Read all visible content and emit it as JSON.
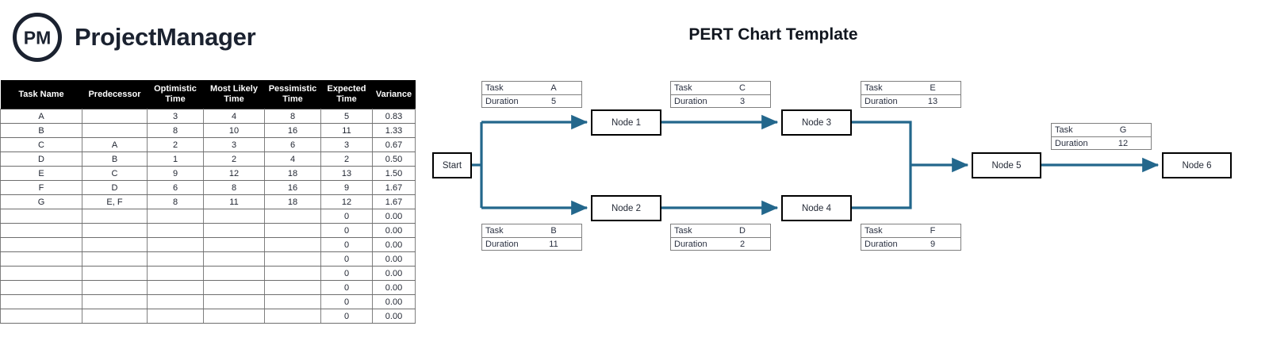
{
  "brand": {
    "logo_icon": "pm-circle-logo-icon",
    "logo_text": "PM",
    "name": "ProjectManager"
  },
  "header": {
    "title": "PERT Chart Template"
  },
  "table": {
    "columns": [
      "Task Name",
      "Predecessor",
      "Optimistic Time",
      "Most Likely Time",
      "Pessimistic Time",
      "Expected Time",
      "Variance"
    ],
    "columns_wrapped": [
      [
        "Task Name"
      ],
      [
        "Predecessor"
      ],
      [
        "Optimistic",
        "Time"
      ],
      [
        "Most Likely",
        "Time"
      ],
      [
        "Pessimistic",
        "Time"
      ],
      [
        "Expected",
        "Time"
      ],
      [
        "Variance"
      ]
    ],
    "rows": [
      [
        "A",
        "",
        "3",
        "4",
        "8",
        "5",
        "0.83"
      ],
      [
        "B",
        "",
        "8",
        "10",
        "16",
        "11",
        "1.33"
      ],
      [
        "C",
        "A",
        "2",
        "3",
        "6",
        "3",
        "0.67"
      ],
      [
        "D",
        "B",
        "1",
        "2",
        "4",
        "2",
        "0.50"
      ],
      [
        "E",
        "C",
        "9",
        "12",
        "18",
        "13",
        "1.50"
      ],
      [
        "F",
        "D",
        "6",
        "8",
        "16",
        "9",
        "1.67"
      ],
      [
        "G",
        "E, F",
        "8",
        "11",
        "18",
        "12",
        "1.67"
      ],
      [
        "",
        "",
        "",
        "",
        "",
        "0",
        "0.00"
      ],
      [
        "",
        "",
        "",
        "",
        "",
        "0",
        "0.00"
      ],
      [
        "",
        "",
        "",
        "",
        "",
        "0",
        "0.00"
      ],
      [
        "",
        "",
        "",
        "",
        "",
        "0",
        "0.00"
      ],
      [
        "",
        "",
        "",
        "",
        "",
        "0",
        "0.00"
      ],
      [
        "",
        "",
        "",
        "",
        "",
        "0",
        "0.00"
      ],
      [
        "",
        "",
        "",
        "",
        "",
        "0",
        "0.00"
      ],
      [
        "",
        "",
        "",
        "",
        "",
        "0",
        "0.00"
      ]
    ]
  },
  "diagram": {
    "arrow_color": "#23678c",
    "node_border_color": "#000000",
    "info_border_color": "#7f7f7f",
    "info_labels": {
      "task": "Task",
      "duration": "Duration"
    },
    "nodes": [
      {
        "id": "start",
        "label": "Start"
      },
      {
        "id": "node1",
        "label": "Node 1"
      },
      {
        "id": "node2",
        "label": "Node 2"
      },
      {
        "id": "node3",
        "label": "Node 3"
      },
      {
        "id": "node4",
        "label": "Node 4"
      },
      {
        "id": "node5",
        "label": "Node 5"
      },
      {
        "id": "node6",
        "label": "Node 6"
      }
    ],
    "task_boxes": [
      {
        "id": "task-a",
        "task": "A",
        "duration": "5"
      },
      {
        "id": "task-b",
        "task": "B",
        "duration": "11"
      },
      {
        "id": "task-c",
        "task": "C",
        "duration": "3"
      },
      {
        "id": "task-d",
        "task": "D",
        "duration": "2"
      },
      {
        "id": "task-e",
        "task": "E",
        "duration": "13"
      },
      {
        "id": "task-f",
        "task": "F",
        "duration": "9"
      },
      {
        "id": "task-g",
        "task": "G",
        "duration": "12"
      }
    ]
  }
}
